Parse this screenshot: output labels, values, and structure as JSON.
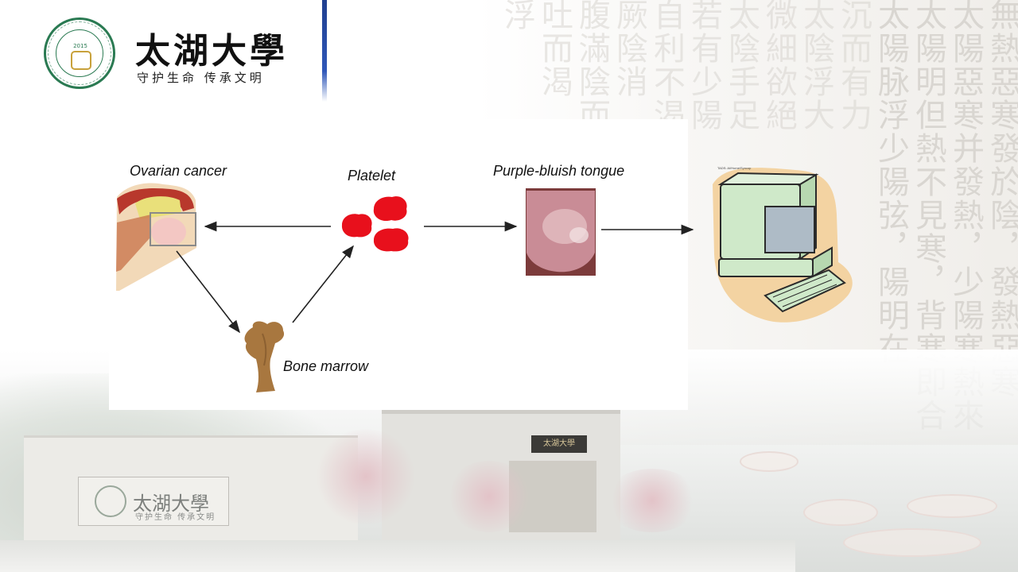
{
  "header": {
    "university_name": "太湖大學",
    "slogan": "守护生命  传承文明",
    "emblem_year": "2015",
    "gate_name": "太湖大學",
    "gate_slogan": "守护生命  传承文明",
    "building_sign": "太湖大學"
  },
  "background": {
    "calligraphy_columns": [
      "無熱惡寒發於陰，發熱惡寒",
      "太陽惡寒并發熱，少陽寒熱來",
      "太陽明但熱不見寒，背寒即合",
      "太陽脉浮少陽弦，陽明在",
      "沉而有力",
      "太陰浮大",
      "微細欲絕",
      "太陰手足",
      "若有少陽",
      "自利不渴",
      "厥陰消",
      "腹滿陰而",
      "吐而渴",
      "浮"
    ]
  },
  "diagram": {
    "nodes": {
      "ovarian_cancer": "Ovarian cancer",
      "platelet": "Platelet",
      "tongue": "Purple-bluish tongue",
      "bone_marrow": "Bone marrow",
      "computer_caption": "TADS: AI/Home/Syncop"
    },
    "colors": {
      "platelet": "#e8101c",
      "arrow": "#222222",
      "tongue": "#c98c96",
      "computer_body": "#cfe9c9",
      "computer_outline": "#2b2b2b",
      "bone": "#a8773f",
      "tissue": "#b8382c"
    }
  }
}
